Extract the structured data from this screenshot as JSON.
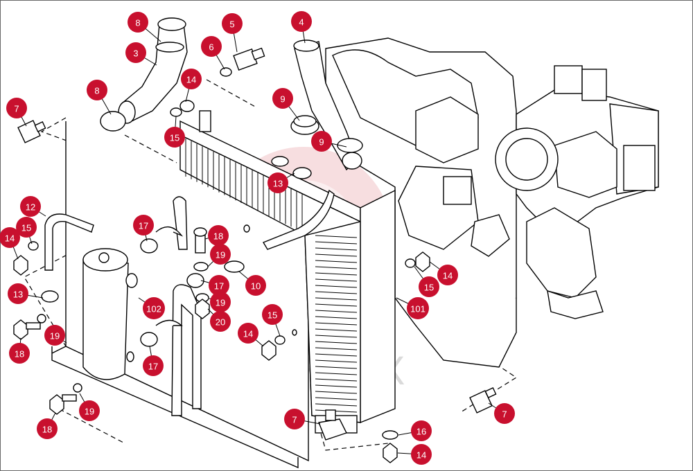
{
  "callout_color": "#c8102e",
  "watermark": "ИНТЕХ",
  "callouts": [
    {
      "label": "8",
      "part": "hose-clamp-top"
    },
    {
      "label": "5",
      "part": "temperature-sensor"
    },
    {
      "label": "3",
      "part": "upper-hose"
    },
    {
      "label": "6",
      "part": "sensor-washer"
    },
    {
      "label": "4",
      "part": "hose-engine"
    },
    {
      "label": "8",
      "part": "hose-clamp-lower"
    },
    {
      "label": "14",
      "part": "nut-upper"
    },
    {
      "label": "7",
      "part": "mount-left"
    },
    {
      "label": "9",
      "part": "clamp-a"
    },
    {
      "label": "15",
      "part": "washer-upper"
    },
    {
      "label": "9",
      "part": "clamp-b"
    },
    {
      "label": "13",
      "part": "clamp-small-upper"
    },
    {
      "label": "12",
      "part": "tube"
    },
    {
      "label": "15",
      "part": "washer-left"
    },
    {
      "label": "14",
      "part": "nut-left"
    },
    {
      "label": "17",
      "part": "clip-upper"
    },
    {
      "label": "18",
      "part": "bolt-center"
    },
    {
      "label": "19",
      "part": "washer-center"
    },
    {
      "label": "10",
      "part": "clamp-10"
    },
    {
      "label": "13",
      "part": "clamp-small-left"
    },
    {
      "label": "17",
      "part": "clip-middle"
    },
    {
      "label": "19",
      "part": "washer-mid"
    },
    {
      "label": "102",
      "part": "reservoir"
    },
    {
      "label": "20",
      "part": "nut-20"
    },
    {
      "label": "15",
      "part": "washer-mid-right"
    },
    {
      "label": "14",
      "part": "nut-mid-right"
    },
    {
      "label": "14",
      "part": "nut-right"
    },
    {
      "label": "15",
      "part": "washer-right"
    },
    {
      "label": "101",
      "part": "radiator"
    },
    {
      "label": "19",
      "part": "washer-lower-left"
    },
    {
      "label": "18",
      "part": "bolt-lower-left"
    },
    {
      "label": "17",
      "part": "clip-lower"
    },
    {
      "label": "19",
      "part": "washer-bottom"
    },
    {
      "label": "18",
      "part": "bolt-bottom"
    },
    {
      "label": "7",
      "part": "mount-bottom"
    },
    {
      "label": "16",
      "part": "washer-16"
    },
    {
      "label": "14",
      "part": "nut-bottom"
    },
    {
      "label": "7",
      "part": "mount-right"
    }
  ]
}
